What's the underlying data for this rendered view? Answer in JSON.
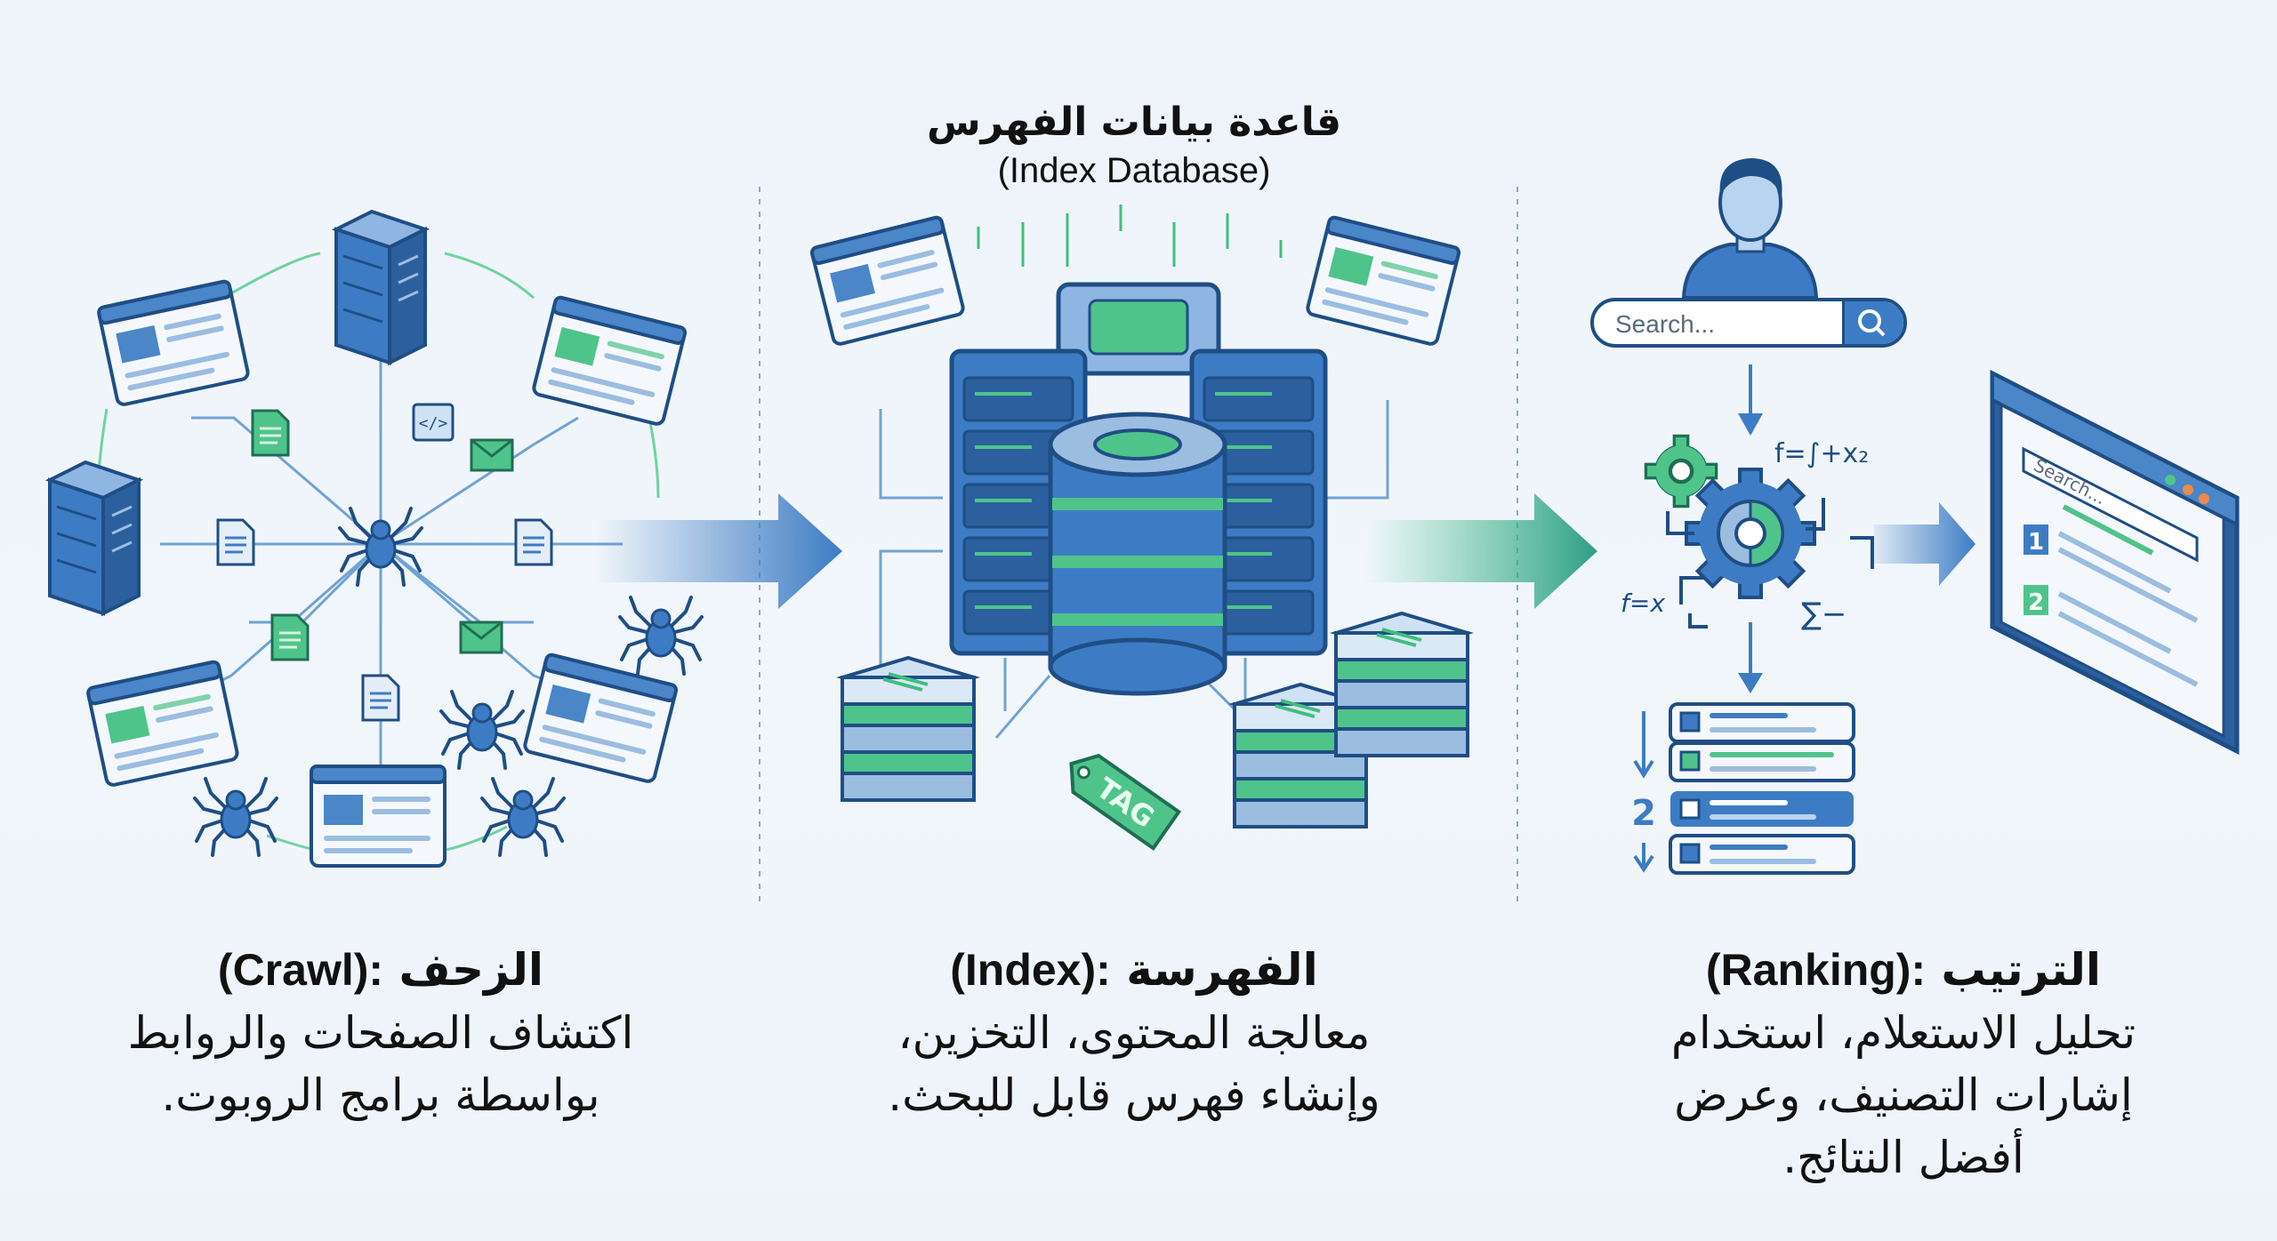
{
  "header": {
    "title_ar": "قاعدة بيانات الفهرس",
    "title_en": "(Index Database)"
  },
  "search": {
    "placeholder": "Search...",
    "results_placeholder": "Search..."
  },
  "index_illustration": {
    "tag_label": "TAG"
  },
  "ranking_illustration": {
    "formula_top": "f=∫+x₂",
    "formula_left": "f=x",
    "formula_right": "∑−",
    "result_ranks": [
      "1",
      "2"
    ],
    "list_rank": "2"
  },
  "sections": {
    "crawl": {
      "title_ar": "الزحف",
      "title_en": "(Crawl):",
      "lines": [
        "اكتشاف الصفحات والروابط",
        "بواسطة برامج الروبوت."
      ]
    },
    "index": {
      "title_ar": "الفهرسة",
      "title_en": "(Index):",
      "lines": [
        "معالجة المحتوى، التخزين،",
        "وإنشاء فهرس قابل للبحث."
      ]
    },
    "ranking": {
      "title_ar": "الترتيب",
      "title_en": "(Ranking):",
      "lines": [
        "تحليل الاستعلام، استخدام",
        "إشارات التصنيف، وعرض",
        "أفضل النتائج."
      ]
    }
  },
  "colors": {
    "background": "#eef4fa",
    "primary_blue": "#3d7cc4",
    "dark_blue": "#1f4e85",
    "accent_green": "#3fbf7f",
    "light_blue": "#cfe2f5"
  }
}
